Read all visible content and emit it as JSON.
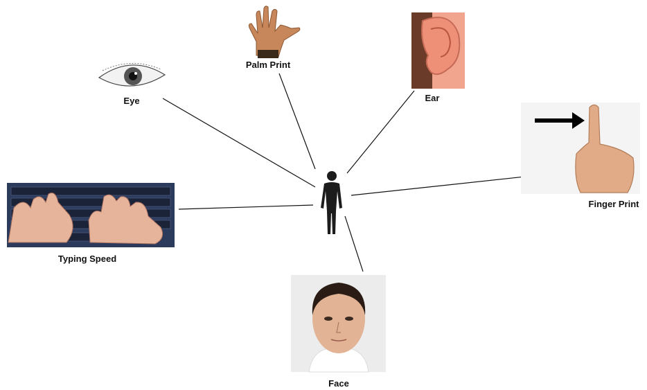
{
  "center": {
    "icon": "human-silhouette-icon"
  },
  "nodes": [
    {
      "id": "palm-print",
      "label": "Palm Print",
      "icon": "palm-icon"
    },
    {
      "id": "ear",
      "label": "Ear",
      "icon": "ear-icon"
    },
    {
      "id": "eye",
      "label": "Eye",
      "icon": "eye-icon"
    },
    {
      "id": "finger-print",
      "label": "Finger Print",
      "icon": "finger-icon"
    },
    {
      "id": "typing-speed",
      "label": "Typing Speed",
      "icon": "keyboard-hands-icon"
    },
    {
      "id": "face",
      "label": "Face",
      "icon": "face-icon"
    }
  ],
  "colors": {
    "line": "#111111",
    "skin": "#d9a07a",
    "silhouette": "#1c1c1c",
    "arrow": "#000000",
    "keyboard": "#2c3a5c"
  }
}
